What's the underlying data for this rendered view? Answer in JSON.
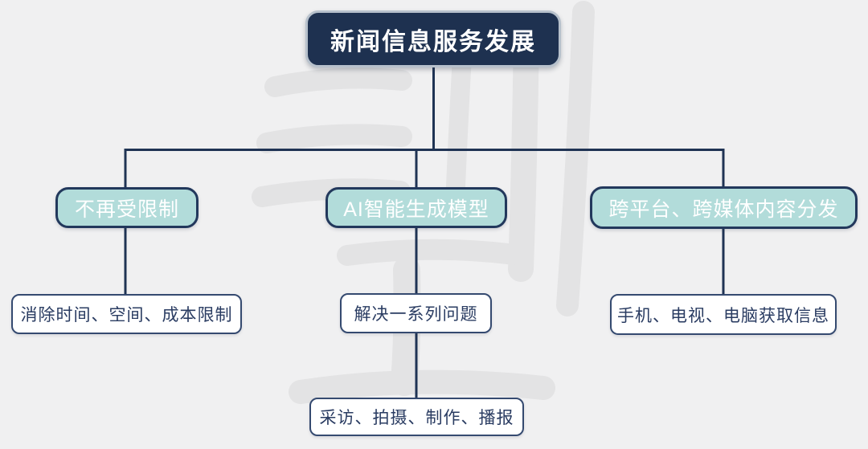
{
  "mindmap": {
    "root": {
      "label": "新闻信息服务发展"
    },
    "branches": [
      {
        "label": "不再受限制",
        "children": [
          {
            "label": "消除时间、空间、成本限制"
          }
        ]
      },
      {
        "label": "AI智能生成模型",
        "children": [
          {
            "label": "解决一系列问题"
          },
          {
            "label": "采访、拍摄、制作、播报"
          }
        ]
      },
      {
        "label": "跨平台、跨媒体内容分发",
        "children": [
          {
            "label": "手机、电视、电脑获取信息"
          }
        ]
      }
    ]
  },
  "colors": {
    "background": "#f0f0f1",
    "root_fill": "#1e3150",
    "root_border": "#b7c1cc",
    "root_text": "#ffffff",
    "branch_fill": "#b2dcda",
    "branch_border": "#22385c",
    "branch_text": "#ffffff",
    "leaf_fill": "#ffffff",
    "leaf_border": "#354a70",
    "leaf_text": "#2a3c62",
    "connector": "#1f3354",
    "watermark": "#e3e3e4"
  }
}
